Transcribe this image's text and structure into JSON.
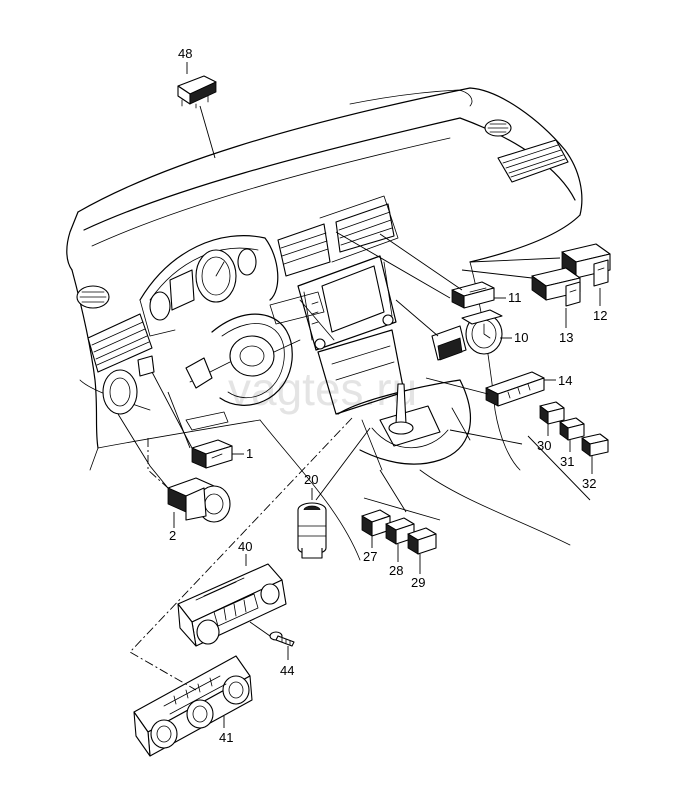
{
  "watermark": "vagtes.ru",
  "callouts": {
    "p48": "48",
    "p11": "11",
    "p12": "12",
    "p13": "13",
    "p10": "10",
    "p14": "14",
    "p1": "1",
    "p2": "2",
    "p20": "20",
    "p30": "30",
    "p31": "31",
    "p32": "32",
    "p27": "27",
    "p28": "28",
    "p29": "29",
    "p40": "40",
    "p44": "44",
    "p41": "41"
  }
}
